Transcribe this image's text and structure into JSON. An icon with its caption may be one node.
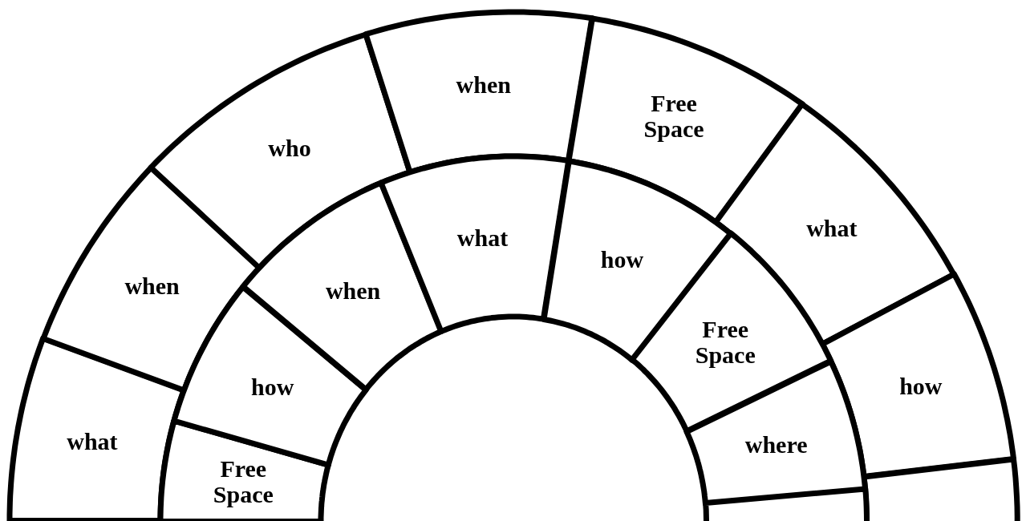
{
  "diagram": {
    "nodes": [
      {
        "text": [
          "what"
        ]
      },
      {
        "text": [
          "when"
        ]
      },
      {
        "text": [
          "who"
        ]
      },
      {
        "text": [
          "when"
        ]
      },
      {
        "text": [
          "Free Space"
        ]
      },
      {
        "text": [
          "what"
        ]
      },
      {
        "text": [
          "how"
        ]
      },
      {
        "text": [],
        "shape": "box"
      },
      {
        "text": [
          "Free Space"
        ]
      },
      {
        "text": [
          "how"
        ]
      },
      {
        "text": [
          "when"
        ]
      },
      {
        "text": [
          "what"
        ]
      },
      {
        "text": [
          "how"
        ]
      },
      {
        "text": [
          "Free Space"
        ]
      },
      {
        "text": [
          "where"
        ]
      },
      {
        "text": [],
        "shape": "box"
      }
    ]
  }
}
